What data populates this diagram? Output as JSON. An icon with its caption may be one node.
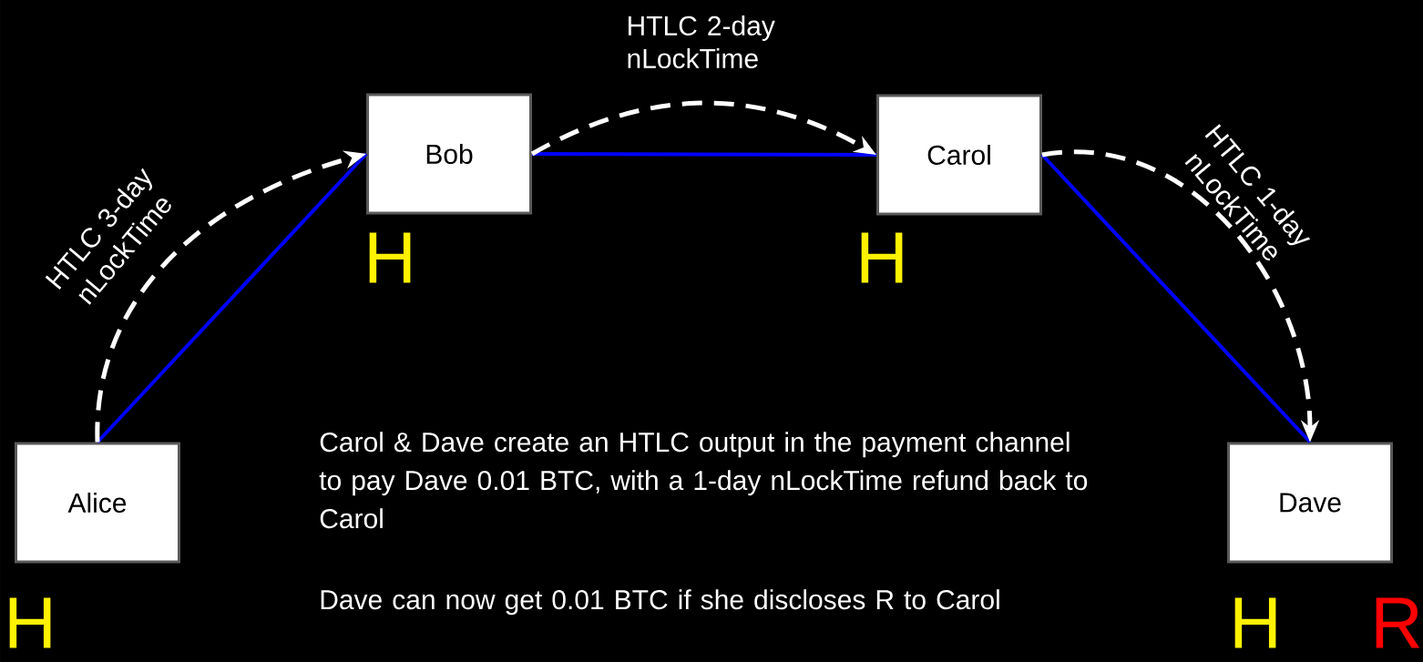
{
  "diagram": {
    "nodes": [
      {
        "text": [
          "Alice"
        ],
        "beside": [
          "H"
        ]
      },
      {
        "text": [
          "Bob"
        ],
        "beside": [
          "H"
        ]
      },
      {
        "text": [
          "Carol"
        ],
        "beside": [
          "H"
        ]
      },
      {
        "text": [
          "Dave"
        ],
        "beside": [
          "H",
          "R"
        ]
      }
    ],
    "edges": [
      {
        "from": 0,
        "to": 1,
        "arrow": "none",
        "color": "#0000ff"
      },
      {
        "from": 1,
        "to": 2,
        "arrow": "none",
        "color": "#0000ff"
      },
      {
        "from": 2,
        "to": 3,
        "arrow": "none",
        "color": "#0000ff"
      },
      {
        "from": 0,
        "to": 1,
        "arrow": "to",
        "style": "dashed",
        "color": "#ffffff",
        "label": "HTLC 3-day nLockTime"
      },
      {
        "from": 1,
        "to": 2,
        "arrow": "to",
        "style": "dashed",
        "color": "#ffffff",
        "label": "HTLC 2-day nLockTime"
      },
      {
        "from": 2,
        "to": 3,
        "arrow": "to",
        "style": "dashed",
        "color": "#ffffff",
        "label": "HTLC 1-day nLockTime"
      }
    ],
    "labels": [
      "Carol & Dave create an HTLC output in the payment channel to pay Dave 0.01 BTC, with a 1-day nLockTime refund back to Carol",
      "Dave can now get 0.01 BTC if she discloses R to Carol"
    ]
  }
}
